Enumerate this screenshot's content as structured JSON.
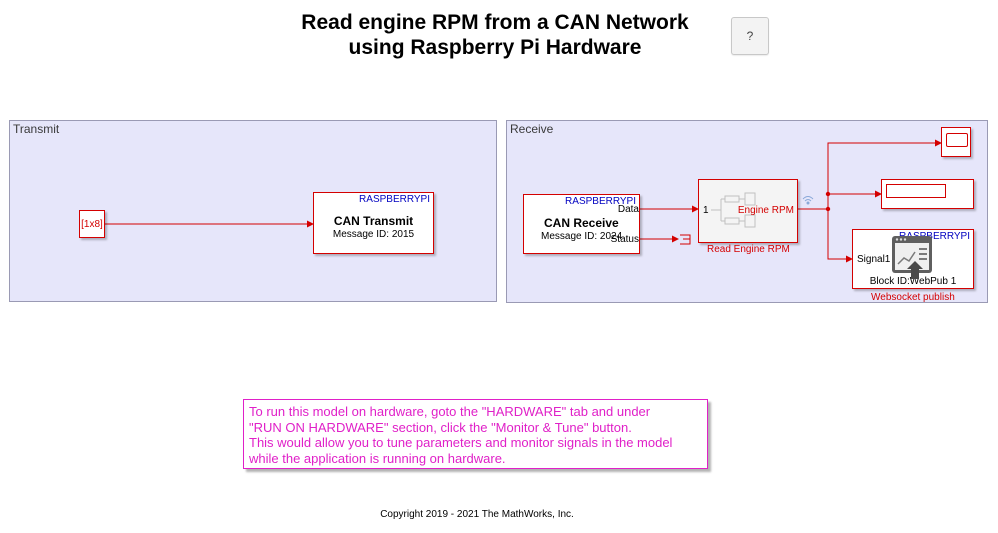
{
  "title": {
    "line1": "Read engine RPM from a CAN Network",
    "line2": "using Raspberry Pi Hardware"
  },
  "help_button": {
    "label": "?"
  },
  "areas": {
    "transmit": {
      "label": "Transmit"
    },
    "receive": {
      "label": "Receive"
    }
  },
  "blocks": {
    "constant": {
      "value": "[1x8]"
    },
    "can_transmit": {
      "tag": "RASPBERRYPI",
      "name": "CAN Transmit",
      "param": "Message ID: 2015"
    },
    "can_receive": {
      "tag": "RASPBERRYPI",
      "name": "CAN Receive",
      "param": "Message ID: 2024",
      "port_data": "Data",
      "port_status": "Status"
    },
    "read_engine_rpm": {
      "in_port": "1",
      "out_port": "Engine RPM",
      "label": "Read Engine RPM"
    },
    "websocket": {
      "tag": "RASPBERRYPI",
      "port": "Signal1",
      "name": "Block ID:WebPub 1",
      "label": "Websocket publish"
    }
  },
  "note": {
    "lines": [
      "To run this model on hardware, goto the \"HARDWARE\" tab and under",
      "\"RUN ON HARDWARE\" section, click the \"Monitor & Tune\" button.",
      "This would allow you to tune parameters and monitor signals in the model",
      "while the application is running on hardware."
    ]
  },
  "copyright": "Copyright 2019 - 2021 The MathWorks, Inc.",
  "colors": {
    "accent": "#d40000",
    "area_fill": "#e6e6fa",
    "note": "#e020c8",
    "tag": "#0000c0"
  }
}
